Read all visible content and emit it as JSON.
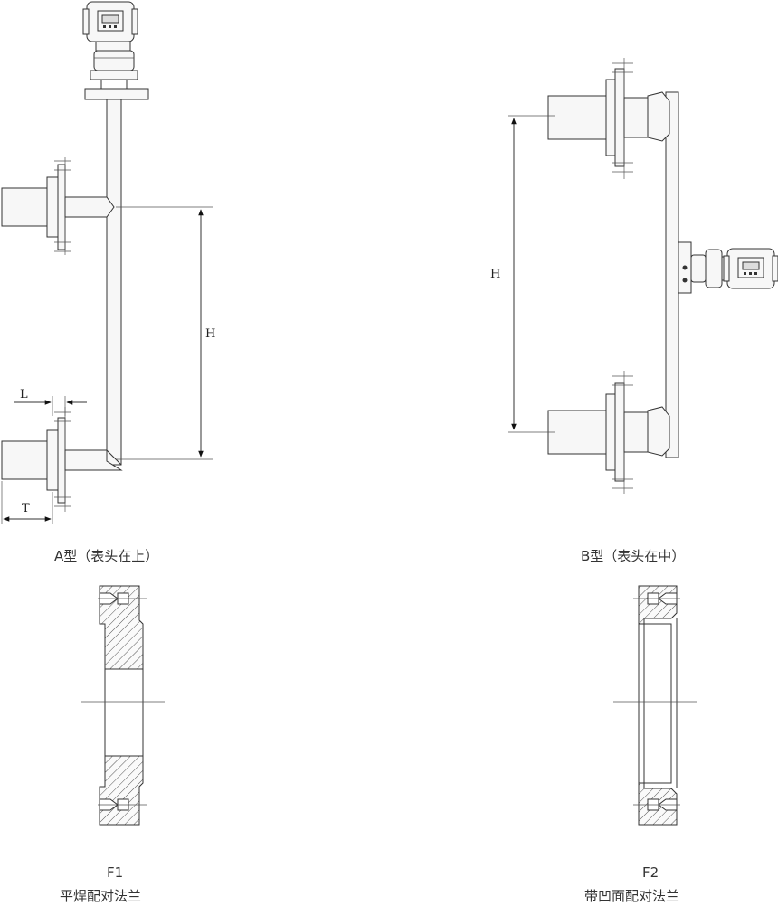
{
  "type_a": {
    "caption": "A型（表头在上）",
    "dim_h": "H",
    "dim_l": "L",
    "dim_t": "T"
  },
  "type_b": {
    "caption": "B型（表头在中）",
    "dim_h": "H"
  },
  "flange_f1": {
    "code": "F1",
    "name": "平焊配对法兰"
  },
  "flange_f2": {
    "code": "F2",
    "name": "带凹面配对法兰"
  }
}
